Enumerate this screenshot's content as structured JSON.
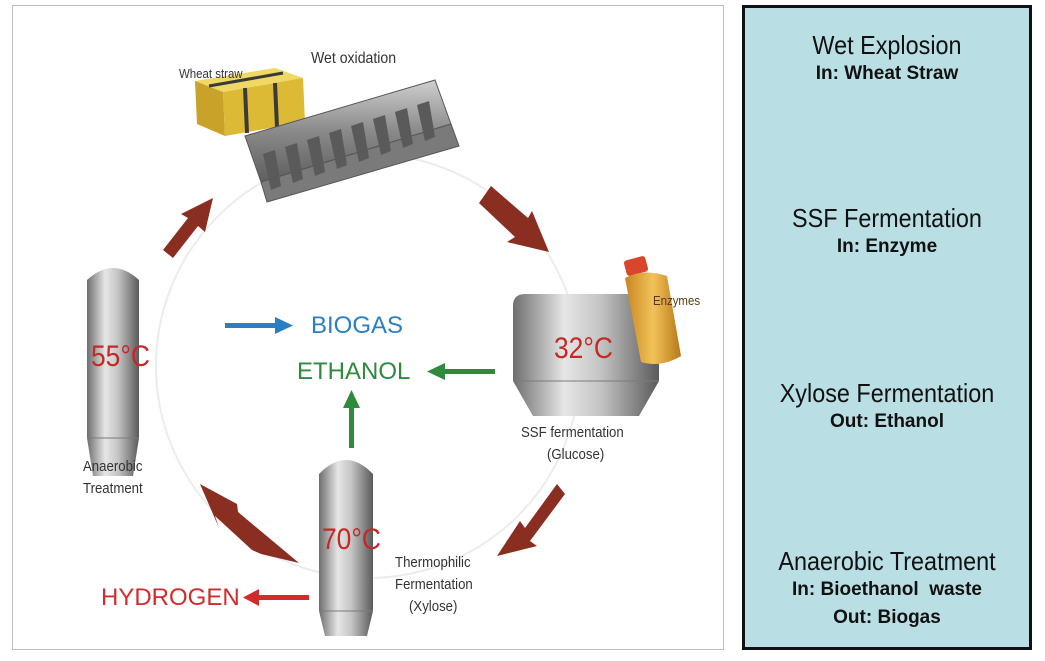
{
  "diagram": {
    "labels": {
      "wet_oxidation": "Wet oxidation",
      "wheat_straw": "Wheat straw",
      "enzymes": "Enzymes",
      "ssf_line1": "SSF fermentation",
      "ssf_line2": "(Glucose)",
      "anaerobic_line1": "Anaerobic",
      "anaerobic_line2": "Treatment",
      "thermo_line1": "Thermophilic",
      "thermo_line2": "Fermentation",
      "thermo_line3": "(Xylose)"
    },
    "temperatures": {
      "anaerobic": "55°C",
      "ssf": "32°C",
      "thermophilic": "70°C"
    },
    "products": {
      "biogas": "BIOGAS",
      "ethanol": "ETHANOL",
      "hydrogen": "HYDROGEN"
    },
    "colors": {
      "cycle_arrow": "#8b2e22",
      "biogas": "#2a7fc4",
      "ethanol": "#2e8b3e",
      "hydrogen": "#d12b2b",
      "tank": "#a8a8a8",
      "straw": "#d9b62f"
    }
  },
  "side_panel": {
    "background": "#b9dfe4",
    "steps": [
      {
        "title": "Wet Explosion",
        "lines": [
          "In: Wheat Straw"
        ]
      },
      {
        "title": "SSF Fermentation",
        "lines": [
          "In: Enzyme"
        ]
      },
      {
        "title": "Xylose Fermentation",
        "lines": [
          "Out: Ethanol"
        ]
      },
      {
        "title": "Anaerobic Treatment",
        "lines": [
          "In: Bioethanol  waste",
          "Out: Biogas"
        ]
      }
    ]
  }
}
